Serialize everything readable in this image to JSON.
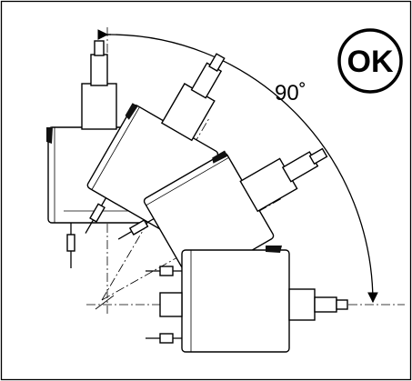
{
  "diagram": {
    "angle_label": "90˚",
    "status_badge": "OK",
    "positions": [
      {
        "name": "vertical",
        "rotation_deg": 0
      },
      {
        "name": "tilted-30",
        "rotation_deg": 30
      },
      {
        "name": "tilted-60",
        "rotation_deg": 60
      },
      {
        "name": "horizontal",
        "rotation_deg": 90
      }
    ]
  }
}
